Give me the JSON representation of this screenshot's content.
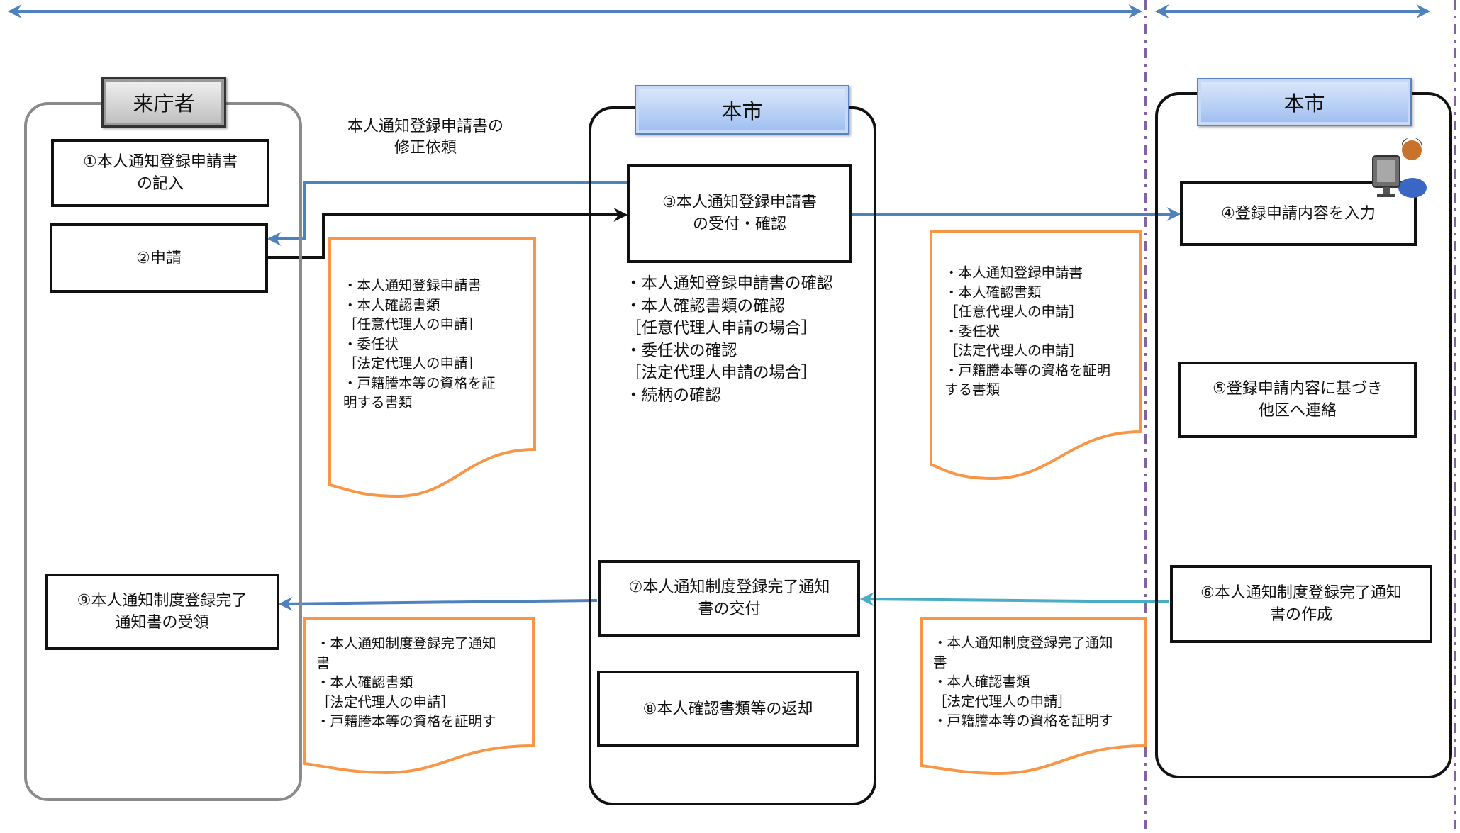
{
  "colors": {
    "arrow_blue": "#4f81bd",
    "arrow_teal": "#4bacc6",
    "arrow_black": "#111111",
    "doc_orange": "#f79646",
    "divider_purple": "#8064a2",
    "lane_grey": "#8a8a8a"
  },
  "lanes": {
    "visitor": {
      "title": "来庁者"
    },
    "city_counter": {
      "title": "本市"
    },
    "city_office": {
      "title": "本市"
    }
  },
  "steps": {
    "s1": "①本人通知登録申請書\nの記入",
    "s2": "②申請",
    "s3": "③本人通知登録申請書\nの受付・確認",
    "s4": "④登録申請内容を入力",
    "s5": "⑤登録申請内容に基づき\n他区へ連絡",
    "s6": "⑥本人通知制度登録完了通知\n書の作成",
    "s7": "⑦本人通知制度登録完了通知\n書の交付",
    "s8": "⑧本人確認書類等の返却",
    "s9": "⑨本人通知制度登録完了\n通知書の受領"
  },
  "captions": {
    "correction_request": "本人通知登録申請書の\n修正依頼"
  },
  "check_list": "・本人通知登録申請書の確認\n・本人確認書類の確認\n［任意代理人申請の場合］\n・委任状の確認\n［法定代理人申請の場合］\n・続柄の確認",
  "documents": {
    "doc_submit": "・本人通知登録申請書\n・本人確認書類\n［任意代理人の申請］\n・委任状\n［法定代理人の申請］\n・戸籍謄本等の資格を証\n明する書類",
    "doc_forward": "・本人通知登録申請書\n・本人確認書類\n［任意代理人の申請］\n・委任状\n［法定代理人の申請］\n・戸籍謄本等の資格を証明\nする書類",
    "doc_return_left": "・本人通知制度登録完了通知\n書\n・本人確認書類\n［法定代理人の申請］\n・戸籍謄本等の資格を証明す",
    "doc_return_right": "・本人通知制度登録完了通知\n書\n・本人確認書類\n［法定代理人の申請］\n・戸籍謄本等の資格を証明す"
  },
  "icons": {
    "operator": "person-at-computer-icon"
  }
}
